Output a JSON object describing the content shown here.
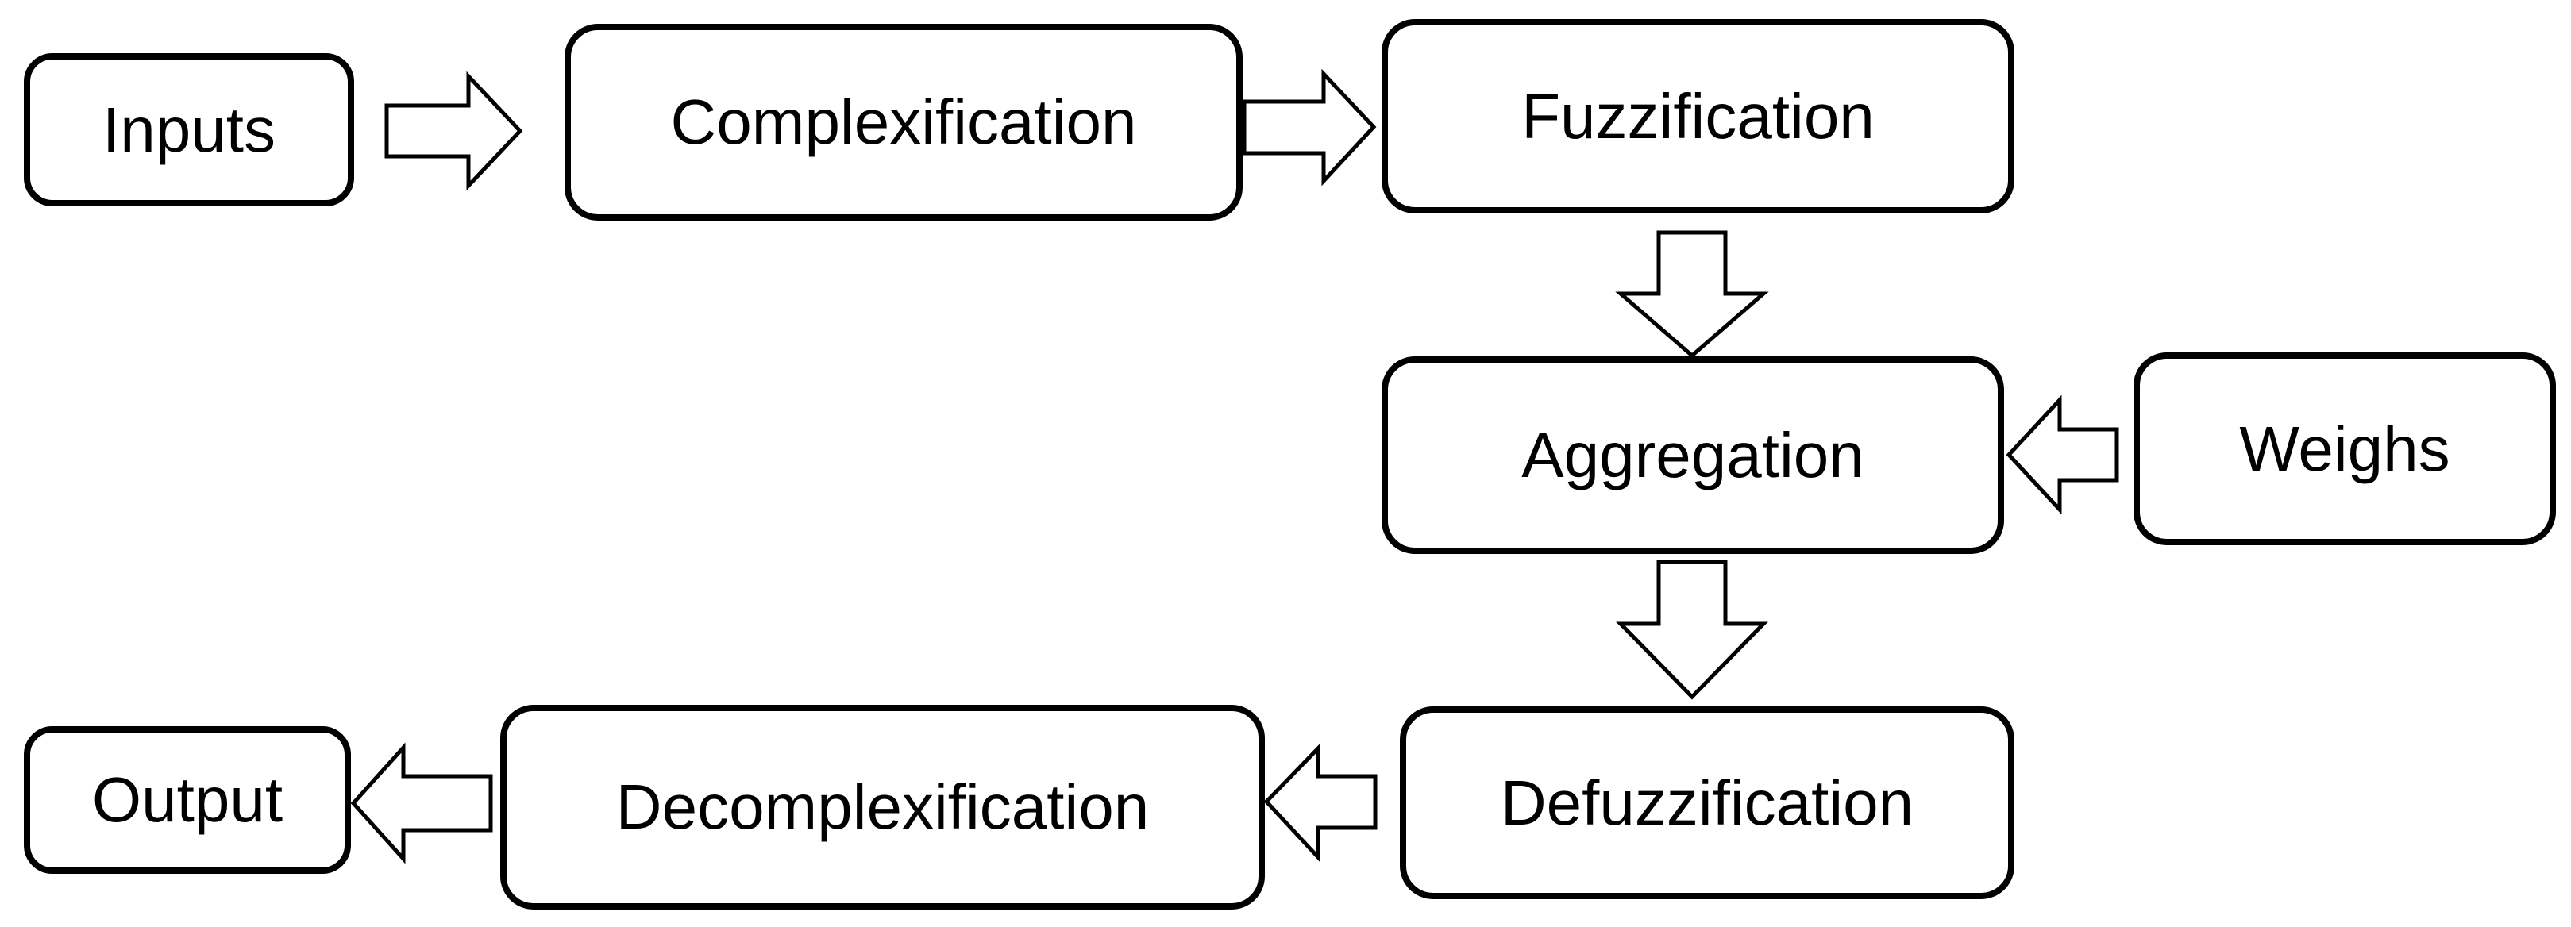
{
  "diagram": {
    "title": "Fuzzy processing pipeline flowchart",
    "type": "flowchart",
    "colors": {
      "background": "#ffffff",
      "box_fill": "#ffffff",
      "box_border": "#000000",
      "arrow_fill": "#ffffff",
      "arrow_border": "#000000",
      "text": "#000000"
    },
    "nodes": [
      {
        "id": "inputs",
        "label": "Inputs"
      },
      {
        "id": "complexification",
        "label": "Complexification"
      },
      {
        "id": "fuzzification",
        "label": "Fuzzification"
      },
      {
        "id": "aggregation",
        "label": "Aggregation"
      },
      {
        "id": "weighs",
        "label": "Weighs"
      },
      {
        "id": "defuzzification",
        "label": "Defuzzification"
      },
      {
        "id": "decomplexification",
        "label": "Decomplexification"
      },
      {
        "id": "output",
        "label": "Output"
      }
    ],
    "edges": [
      {
        "from": "inputs",
        "to": "complexification",
        "direction": "right"
      },
      {
        "from": "complexification",
        "to": "fuzzification",
        "direction": "right"
      },
      {
        "from": "fuzzification",
        "to": "aggregation",
        "direction": "down"
      },
      {
        "from": "weighs",
        "to": "aggregation",
        "direction": "left"
      },
      {
        "from": "aggregation",
        "to": "defuzzification",
        "direction": "down"
      },
      {
        "from": "defuzzification",
        "to": "decomplexification",
        "direction": "left"
      },
      {
        "from": "decomplexification",
        "to": "output",
        "direction": "left"
      }
    ]
  }
}
